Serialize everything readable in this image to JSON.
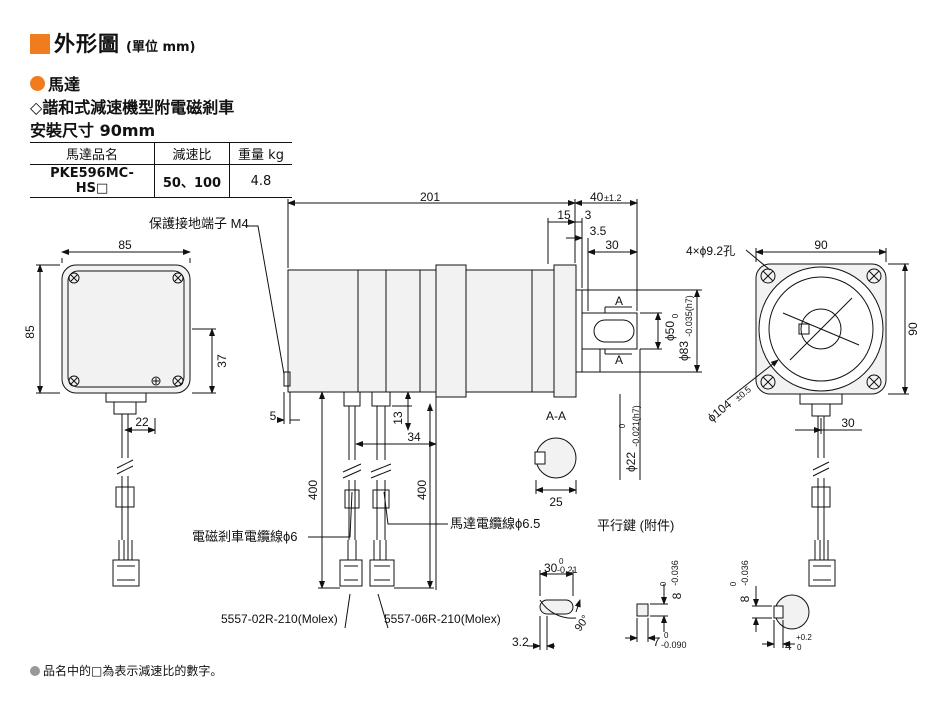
{
  "header": {
    "title": "外形圖",
    "unit": "(單位 mm)"
  },
  "section": {
    "title": "馬達",
    "subtitle": "◇諧和式減速機型附電磁剎車",
    "size": "安裝尺寸 90mm"
  },
  "spec_table": {
    "headers": [
      "馬達品名",
      "減速比",
      "重量 kg"
    ],
    "row": {
      "model": "PKE596MC-HS□",
      "ratio": "50、100",
      "weight": "4.8"
    }
  },
  "labels": {
    "ground_terminal": "保護接地端子 M4",
    "brake_cable": "電磁剎車電纜線ϕ6",
    "motor_cable": "馬達電纜線ϕ6.5",
    "key_title": "平行鍵 (附件)",
    "section_aa": "A-A",
    "section_a": "A",
    "connector_brake": "5557-02R-210(Molex)",
    "connector_motor": "5557-06R-210(Molex)",
    "holes": "4×ϕ9.2孔"
  },
  "dims": {
    "d85_top": "85",
    "d85_side": "85",
    "d37": "37",
    "d22": "22",
    "d5": "5",
    "d201": "201",
    "d40": "40",
    "d40_tol": "±1.2",
    "d15": "15",
    "d3": "3",
    "d3_5": "3.5",
    "d30_top": "30",
    "d50": "ϕ50",
    "d83": "ϕ83",
    "d83_tol_top": "0",
    "d83_tol_bot": "-0.035(h7)",
    "d22_shaft": "ϕ22",
    "d22_tol_top": "0",
    "d22_tol_bot": "-0.021(h7)",
    "d13": "13",
    "d34": "34",
    "d400_a": "400",
    "d400_b": "400",
    "d25": "25",
    "d90_top": "90",
    "d90_side": "90",
    "d104": "ϕ104",
    "d104_tol": "±0.5",
    "d30_right": "30",
    "k30": "30",
    "k30_tol_top": "0",
    "k30_tol_bot": "-0.21",
    "k8a": "8",
    "k8a_tol_top": "0",
    "k8a_tol_bot": "-0.036",
    "k8b": "8",
    "k8b_tol_top": "0",
    "k8b_tol_bot": "-0.036",
    "k7": "7",
    "k7_tol_top": "0",
    "k7_tol_bot": "-0.090",
    "k4": "4",
    "k4_tol_top": "+0.2",
    "k4_tol_bot": "0",
    "k3_2": "3.2",
    "k90deg": "90°"
  },
  "note": "品名中的□為表示減速比的數字。",
  "colors": {
    "accent": "#f07c1e",
    "body_fill": "#f2f2f2",
    "line": "#111111"
  }
}
